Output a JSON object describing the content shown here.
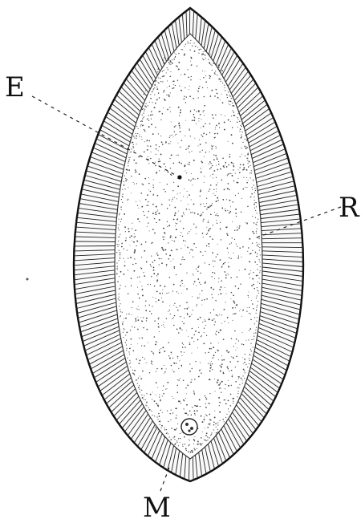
{
  "figure": {
    "labels": {
      "e": "E",
      "r": "R",
      "m": "M"
    },
    "colors": {
      "ink": "#111111",
      "paper": "#ffffff"
    }
  }
}
